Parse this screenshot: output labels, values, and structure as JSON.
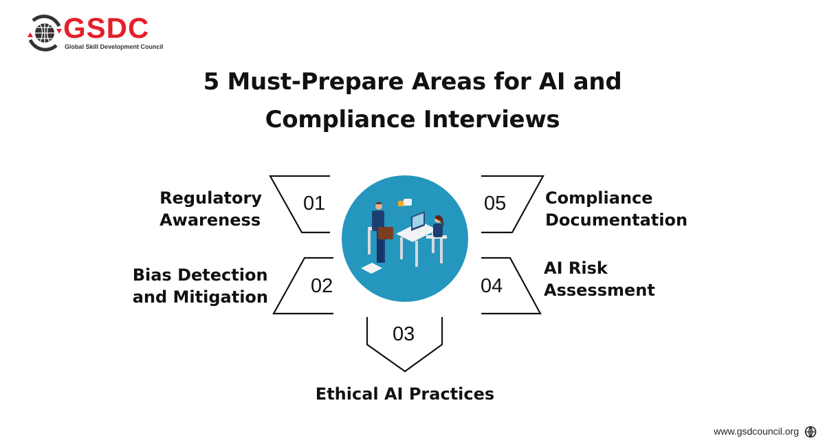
{
  "logo": {
    "brand": "GSDC",
    "tagline": "Global Skill Development Council"
  },
  "title": {
    "line1": "5 Must-Prepare Areas for AI and",
    "line2": "Compliance Interviews"
  },
  "areas": [
    {
      "number": "01",
      "label_line1": "Regulatory",
      "label_line2": "Awareness"
    },
    {
      "number": "02",
      "label_line1": "Bias Detection",
      "label_line2": "and Mitigation"
    },
    {
      "number": "03",
      "label_line1": "Ethical AI Practices"
    },
    {
      "number": "04",
      "label_line1": "AI Risk",
      "label_line2": "Assessment"
    },
    {
      "number": "05",
      "label_line1": "Compliance",
      "label_line2": "Documentation"
    }
  ],
  "footer": {
    "url": "www.gsdcouncil.org"
  },
  "colors": {
    "brand_red": "#e4202a",
    "circle_blue": "#2596be"
  }
}
